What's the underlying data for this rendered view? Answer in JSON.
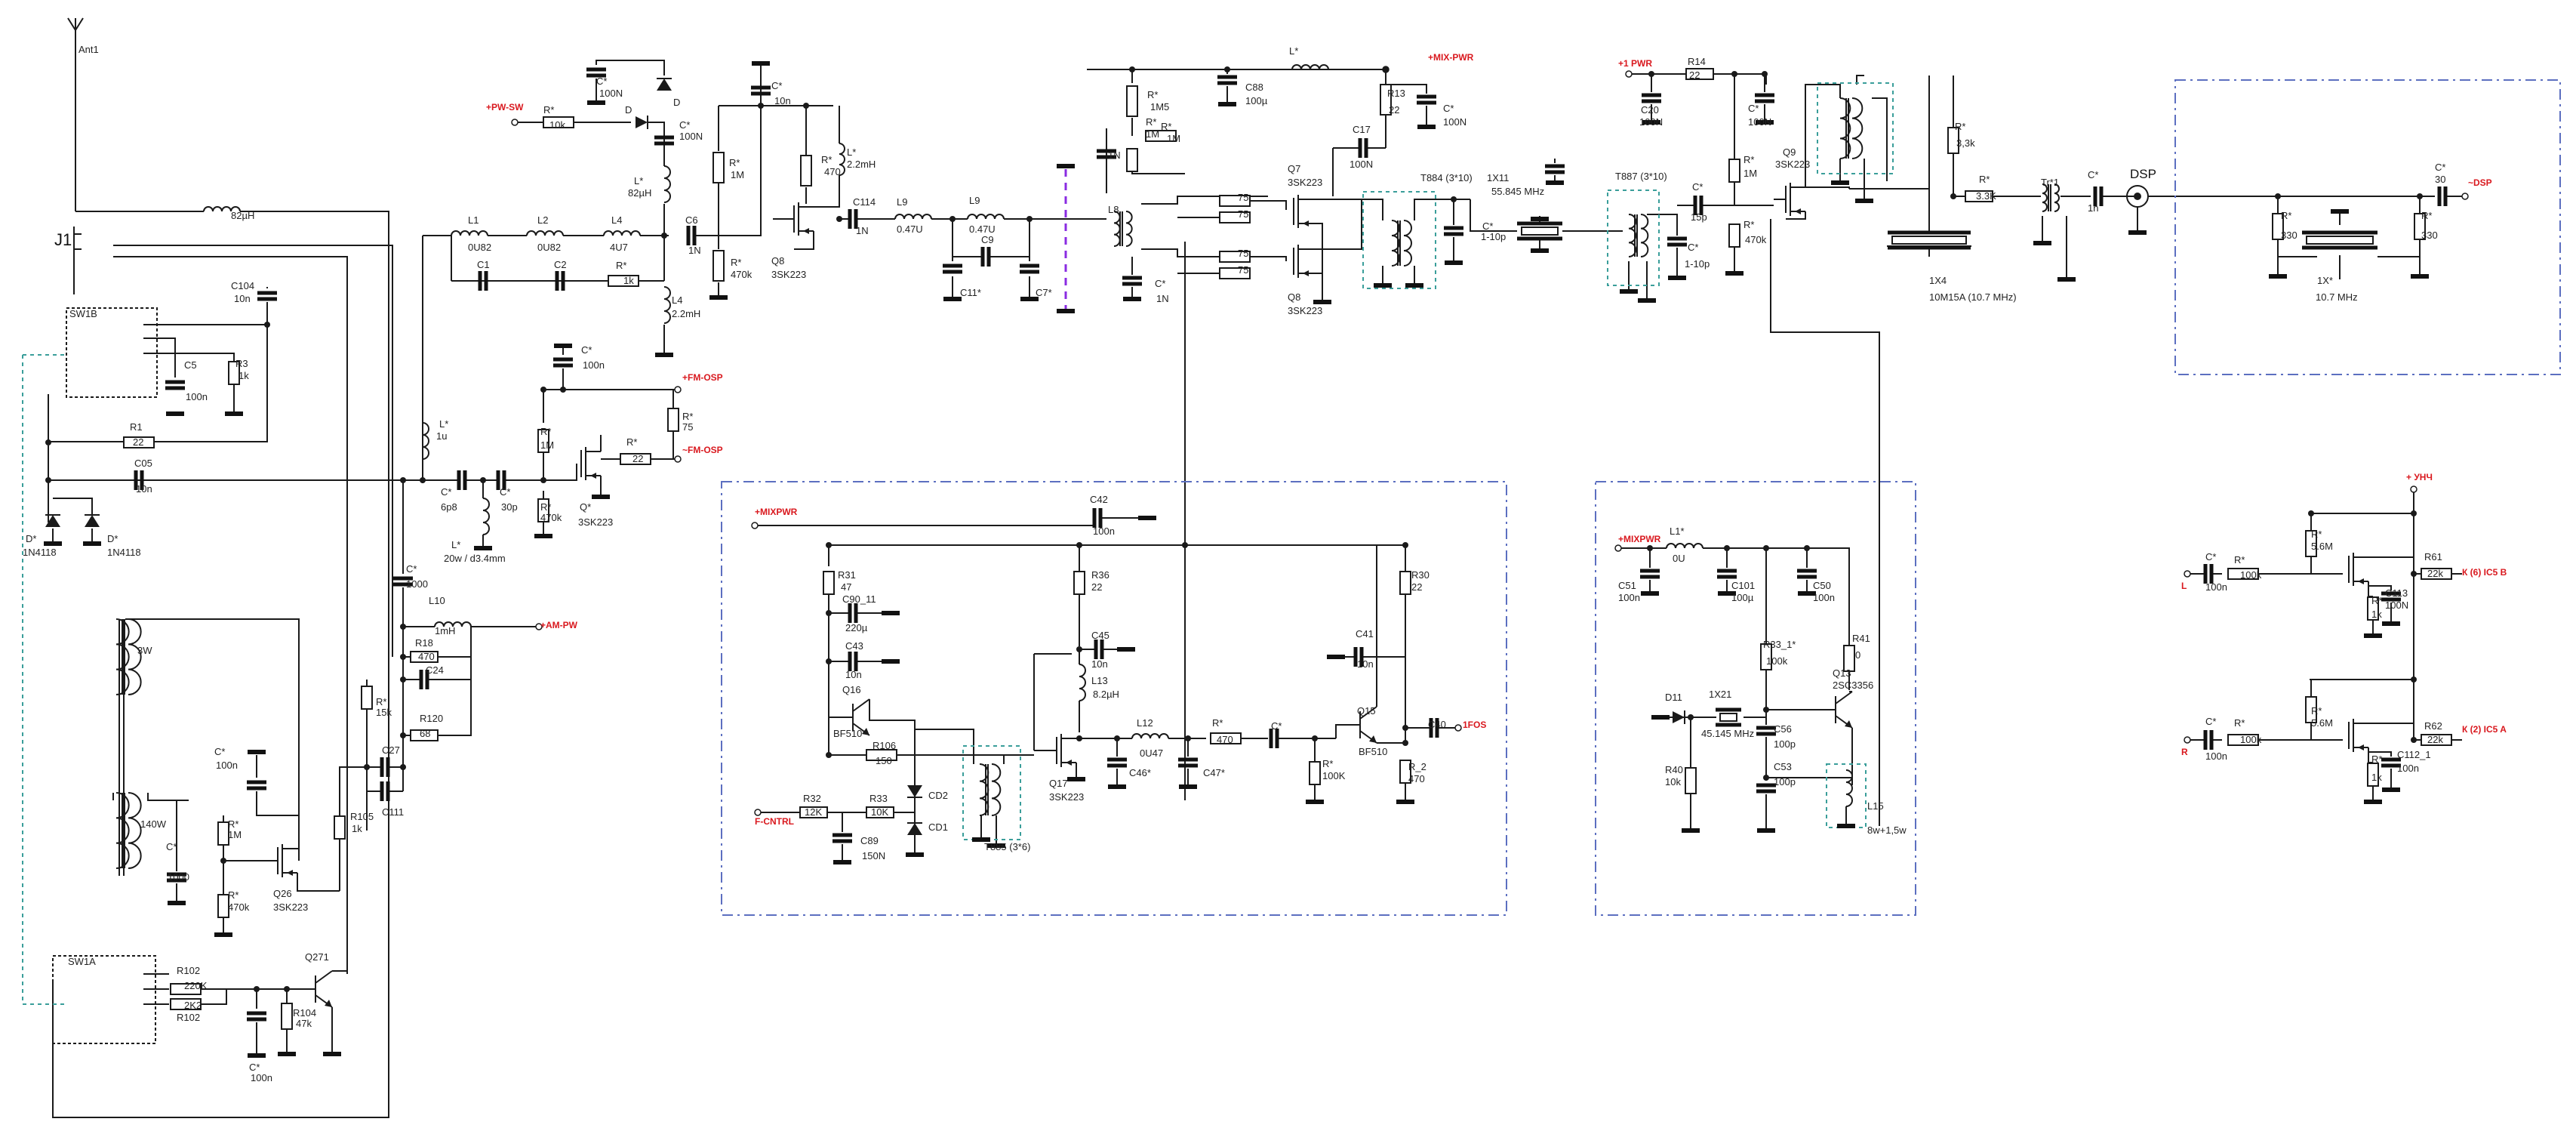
{
  "diagram": {
    "labels": [
      {
        "id": "ant1",
        "text": "Ant1"
      },
      {
        "id": "j1",
        "text": "J1"
      },
      {
        "id": "l_82uh_in",
        "text": "82µH"
      },
      {
        "id": "c104",
        "text": "C104"
      },
      {
        "id": "c104_v",
        "text": "10n"
      },
      {
        "id": "sw1b",
        "text": "SW1B"
      },
      {
        "id": "c5",
        "text": "C5"
      },
      {
        "id": "c5_v",
        "text": "100n"
      },
      {
        "id": "r3",
        "text": "R3"
      },
      {
        "id": "r3_v",
        "text": "1k"
      },
      {
        "id": "r1",
        "text": "R1"
      },
      {
        "id": "r1_v",
        "text": "22"
      },
      {
        "id": "c05",
        "text": "C05"
      },
      {
        "id": "c05_v",
        "text": "10n"
      },
      {
        "id": "d1",
        "text": "D*"
      },
      {
        "id": "d1_v",
        "text": "1N4118"
      },
      {
        "id": "d2",
        "text": "D*"
      },
      {
        "id": "d2_v",
        "text": "1N4118"
      },
      {
        "id": "pwsw",
        "text": "+PW-SW"
      },
      {
        "id": "r_10k",
        "text": "R*"
      },
      {
        "id": "r_10k_v",
        "text": "10k"
      },
      {
        "id": "d_a",
        "text": "D"
      },
      {
        "id": "d_b",
        "text": "D"
      },
      {
        "id": "c_100n_a",
        "text": "C*"
      },
      {
        "id": "c_100n_a_v",
        "text": "100N"
      },
      {
        "id": "c_100n_b",
        "text": "C*"
      },
      {
        "id": "c_100n_b_v",
        "text": "100N"
      },
      {
        "id": "l_82uh_b",
        "text": "L*"
      },
      {
        "id": "l_82uh_b_v",
        "text": "82µH"
      },
      {
        "id": "l1",
        "text": "L1"
      },
      {
        "id": "l1_v",
        "text": "0U82"
      },
      {
        "id": "l2",
        "text": "L2"
      },
      {
        "id": "l2_v",
        "text": "0U82"
      },
      {
        "id": "l4a",
        "text": "L4"
      },
      {
        "id": "l4a_v",
        "text": "4U7"
      },
      {
        "id": "c6",
        "text": "C6"
      },
      {
        "id": "c6_v",
        "text": "1N"
      },
      {
        "id": "c1",
        "text": "C1"
      },
      {
        "id": "c2",
        "text": "C2"
      },
      {
        "id": "r_1k",
        "text": "R*"
      },
      {
        "id": "r_1k_v",
        "text": "1k"
      },
      {
        "id": "l4b",
        "text": "L4"
      },
      {
        "id": "l4b_v",
        "text": "2.2mH"
      },
      {
        "id": "c_10n_top",
        "text": "C*"
      },
      {
        "id": "c_10n_top_v",
        "text": "10n"
      },
      {
        "id": "r_1m_a",
        "text": "R*"
      },
      {
        "id": "r_1m_a_v",
        "text": "1M"
      },
      {
        "id": "r_470k_a",
        "text": "R*"
      },
      {
        "id": "r_470k_a_v",
        "text": "470k"
      },
      {
        "id": "r_470_a",
        "text": "R*"
      },
      {
        "id": "r_470_a_v",
        "text": "470"
      },
      {
        "id": "l_22mh",
        "text": "L*"
      },
      {
        "id": "l_22mh_v",
        "text": "2.2mH"
      },
      {
        "id": "q8a",
        "text": "Q8"
      },
      {
        "id": "q8a_v",
        "text": "3SK223"
      },
      {
        "id": "c114",
        "text": "C114"
      },
      {
        "id": "c114_v",
        "text": "1N"
      },
      {
        "id": "l9a",
        "text": "L9"
      },
      {
        "id": "l9a_v",
        "text": "0.47U"
      },
      {
        "id": "l9b",
        "text": "L9"
      },
      {
        "id": "l9b_v",
        "text": "0.47U"
      },
      {
        "id": "c9",
        "text": "C9"
      },
      {
        "id": "c11",
        "text": "C11*"
      },
      {
        "id": "c7",
        "text": "C7*"
      },
      {
        "id": "r_1m5",
        "text": "R*"
      },
      {
        "id": "r_1m5_v",
        "text": "1M5"
      },
      {
        "id": "r_1m_b",
        "text": "R*"
      },
      {
        "id": "r_1m_b_v",
        "text": "1M"
      },
      {
        "id": "r_1m_c",
        "text": "R*"
      },
      {
        "id": "r_1m_c_v",
        "text": "1M"
      },
      {
        "id": "c_1n_a",
        "text": "1N"
      },
      {
        "id": "c88",
        "text": "C88"
      },
      {
        "id": "c88_v",
        "text": "100µ"
      },
      {
        "id": "l8",
        "text": "L8"
      },
      {
        "id": "c_1n_b",
        "text": "C*"
      },
      {
        "id": "c_1n_b_v",
        "text": "1N"
      },
      {
        "id": "r75a",
        "text": "75"
      },
      {
        "id": "r75b",
        "text": "75"
      },
      {
        "id": "r75c",
        "text": "75"
      },
      {
        "id": "r75d",
        "text": "75"
      },
      {
        "id": "q7",
        "text": "Q7"
      },
      {
        "id": "q7_v",
        "text": "3SK223"
      },
      {
        "id": "q8b",
        "text": "Q8"
      },
      {
        "id": "q8b_v",
        "text": "3SK223"
      },
      {
        "id": "l_top",
        "text": "L*"
      },
      {
        "id": "mixpwr_top",
        "text": "+MIX-PWR"
      },
      {
        "id": "r13",
        "text": "R13"
      },
      {
        "id": "r13_v",
        "text": "22"
      },
      {
        "id": "c_100n_c",
        "text": "C*"
      },
      {
        "id": "c_100n_c_v",
        "text": "100N"
      },
      {
        "id": "c17",
        "text": "C17"
      },
      {
        "id": "c17_v",
        "text": "100N"
      },
      {
        "id": "t884",
        "text": "T884 (3*10)"
      },
      {
        "id": "c_110p_a",
        "text": "C*"
      },
      {
        "id": "c_110p_a_v",
        "text": "1-10p"
      },
      {
        "id": "x11",
        "text": "1X11"
      },
      {
        "id": "x11_v",
        "text": "55.845 MHz"
      },
      {
        "id": "t887",
        "text": "T887 (3*10)"
      },
      {
        "id": "c_110p_b",
        "text": "C*"
      },
      {
        "id": "c_110p_b_v",
        "text": "1-10p"
      },
      {
        "id": "pwr1",
        "text": "+1 PWR"
      },
      {
        "id": "r14",
        "text": "R14"
      },
      {
        "id": "r14_v",
        "text": "22"
      },
      {
        "id": "c20",
        "text": "C20"
      },
      {
        "id": "c20_v",
        "text": "100N"
      },
      {
        "id": "c_100n_d",
        "text": "C*"
      },
      {
        "id": "c_100n_d_v",
        "text": "100N"
      },
      {
        "id": "c_15p",
        "text": "C*"
      },
      {
        "id": "c_15p_v",
        "text": "15p"
      },
      {
        "id": "r_1m_d",
        "text": "R*"
      },
      {
        "id": "r_1m_d_v",
        "text": "1M"
      },
      {
        "id": "r_470k_b",
        "text": "R*"
      },
      {
        "id": "r_470k_b_v",
        "text": "470k"
      },
      {
        "id": "q9",
        "text": "Q9"
      },
      {
        "id": "q9_v",
        "text": "3SK223"
      },
      {
        "id": "x4",
        "text": "1X4"
      },
      {
        "id": "x4_v",
        "text": "10M15A (10.7 MHz)"
      },
      {
        "id": "r_33k_a",
        "text": "R*"
      },
      {
        "id": "r_33k_a_v",
        "text": "3,3k"
      },
      {
        "id": "r_33k_b",
        "text": "R*"
      },
      {
        "id": "r_33k_b_v",
        "text": "3.3K"
      },
      {
        "id": "tr1",
        "text": "Tr*1"
      },
      {
        "id": "c_1n_c",
        "text": "C*"
      },
      {
        "id": "c_1n_c_v",
        "text": "1n"
      },
      {
        "id": "dsp",
        "text": "DSP"
      },
      {
        "id": "r_330_a",
        "text": "R*"
      },
      {
        "id": "r_330_a_v",
        "text": "330"
      },
      {
        "id": "x_107",
        "text": "1X*"
      },
      {
        "id": "x_107_v",
        "text": "10.7 MHz"
      },
      {
        "id": "r_330_b",
        "text": "R*"
      },
      {
        "id": "r_330_b_v",
        "text": "330"
      },
      {
        "id": "c_30",
        "text": "C*"
      },
      {
        "id": "c_30_v",
        "text": "30"
      },
      {
        "id": "dsp_out",
        "text": "~DSP"
      },
      {
        "id": "fmosp_plus",
        "text": "+FM-OSP"
      },
      {
        "id": "fmosp_minus",
        "text": "~FM-OSP"
      },
      {
        "id": "c_100n_e",
        "text": "C*"
      },
      {
        "id": "c_100n_e_v",
        "text": "100n"
      },
      {
        "id": "r_1m_e",
        "text": "R*"
      },
      {
        "id": "r_1m_e_v",
        "text": "1M"
      },
      {
        "id": "r_75",
        "text": "R*"
      },
      {
        "id": "r_75_v",
        "text": "75"
      },
      {
        "id": "r_22",
        "text": "R*"
      },
      {
        "id": "r_22_v",
        "text": "22"
      },
      {
        "id": "r_470k_c",
        "text": "R*"
      },
      {
        "id": "r_470k_c_v",
        "text": "470k"
      },
      {
        "id": "q_fm",
        "text": "Q*"
      },
      {
        "id": "q_fm_v",
        "text": "3SK223"
      },
      {
        "id": "l_1u",
        "text": "L*"
      },
      {
        "id": "l_1u_v",
        "text": "1u"
      },
      {
        "id": "c_6p8",
        "text": "C*"
      },
      {
        "id": "c_6p8_v",
        "text": "6p8"
      },
      {
        "id": "c_30p",
        "text": "C*"
      },
      {
        "id": "c_30p_v",
        "text": "30p"
      },
      {
        "id": "l_20w",
        "text": "L*"
      },
      {
        "id": "l_20w_v",
        "text": "20w / d3.4mm"
      },
      {
        "id": "c_1000_a",
        "text": "C*"
      },
      {
        "id": "c_1000_a_v",
        "text": "1000"
      },
      {
        "id": "l10",
        "text": "L10"
      },
      {
        "id": "l10_v",
        "text": "1mH"
      },
      {
        "id": "ampw",
        "text": "+AM-PW"
      },
      {
        "id": "r18",
        "text": "R18"
      },
      {
        "id": "r18_v",
        "text": "470"
      },
      {
        "id": "c24",
        "text": "C24"
      },
      {
        "id": "r120",
        "text": "R120"
      },
      {
        "id": "r120_v",
        "text": "68"
      },
      {
        "id": "r_15k",
        "text": "R*"
      },
      {
        "id": "r_15k_v",
        "text": "15k"
      },
      {
        "id": "c27",
        "text": "C27"
      },
      {
        "id": "c111",
        "text": "C111"
      },
      {
        "id": "r105",
        "text": "R105"
      },
      {
        "id": "r105_v",
        "text": "1k"
      },
      {
        "id": "tr_3w",
        "text": "3W"
      },
      {
        "id": "tr_140w",
        "text": "140W"
      },
      {
        "id": "c_100n_f",
        "text": "C*"
      },
      {
        "id": "c_100n_f_v",
        "text": "100n"
      },
      {
        "id": "r_1m_f",
        "text": "R*"
      },
      {
        "id": "r_1m_f_v",
        "text": "1M"
      },
      {
        "id": "r_470k_d",
        "text": "R*"
      },
      {
        "id": "r_470k_d_v",
        "text": "470k"
      },
      {
        "id": "c_1000_b",
        "text": "C*"
      },
      {
        "id": "c_1000_b_v",
        "text": "1000"
      },
      {
        "id": "q26",
        "text": "Q26"
      },
      {
        "id": "q26_v",
        "text": "3SK223"
      },
      {
        "id": "sw1a",
        "text": "SW1A"
      },
      {
        "id": "r102a",
        "text": "R102"
      },
      {
        "id": "r102a_v",
        "text": "220K"
      },
      {
        "id": "r102b",
        "text": "R102"
      },
      {
        "id": "r102b_v",
        "text": "2K2"
      },
      {
        "id": "r104",
        "text": "R104"
      },
      {
        "id": "r104_v",
        "text": "47k"
      },
      {
        "id": "q271",
        "text": "Q271"
      },
      {
        "id": "c_100n_g",
        "text": "C*"
      },
      {
        "id": "c_100n_g_v",
        "text": "100n"
      },
      {
        "id": "mixpwr_b2",
        "text": "+MIXPWR"
      },
      {
        "id": "c42",
        "text": "C42"
      },
      {
        "id": "c42_v",
        "text": "100n"
      },
      {
        "id": "r31",
        "text": "R31"
      },
      {
        "id": "r31_v",
        "text": "47"
      },
      {
        "id": "c90",
        "text": "C90_11"
      },
      {
        "id": "c90_v",
        "text": "220µ"
      },
      {
        "id": "c43",
        "text": "C43"
      },
      {
        "id": "c43_v",
        "text": "10n"
      },
      {
        "id": "q16",
        "text": "Q16"
      },
      {
        "id": "q16_v",
        "text": "BF510"
      },
      {
        "id": "r106",
        "text": "R106"
      },
      {
        "id": "r106_v",
        "text": "150"
      },
      {
        "id": "r32",
        "text": "R32"
      },
      {
        "id": "r32_v",
        "text": "12K"
      },
      {
        "id": "r33",
        "text": "R33"
      },
      {
        "id": "r33_v",
        "text": "10K"
      },
      {
        "id": "fcntrl",
        "text": "F-CNTRL"
      },
      {
        "id": "c89",
        "text": "C89"
      },
      {
        "id": "c89_v",
        "text": "150N"
      },
      {
        "id": "cd2",
        "text": "CD2"
      },
      {
        "id": "cd1",
        "text": "CD1"
      },
      {
        "id": "t885",
        "text": "T885 (3*6)"
      },
      {
        "id": "r36",
        "text": "R36"
      },
      {
        "id": "r36_v",
        "text": "22"
      },
      {
        "id": "c45",
        "text": "C45"
      },
      {
        "id": "c45_v",
        "text": "10n"
      },
      {
        "id": "l13",
        "text": "L13"
      },
      {
        "id": "l13_v",
        "text": "8.2µH"
      },
      {
        "id": "q17",
        "text": "Q17"
      },
      {
        "id": "q17_v",
        "text": "3SK223"
      },
      {
        "id": "l12",
        "text": "L12"
      },
      {
        "id": "l12_v",
        "text": "0U47"
      },
      {
        "id": "c46",
        "text": "C46*"
      },
      {
        "id": "c47",
        "text": "C47*"
      },
      {
        "id": "r_470_b",
        "text": "R*"
      },
      {
        "id": "r_470_b_v",
        "text": "470"
      },
      {
        "id": "c_star",
        "text": "C*"
      },
      {
        "id": "r_100k_a",
        "text": "R*"
      },
      {
        "id": "r_100k_a_v",
        "text": "100K"
      },
      {
        "id": "q15",
        "text": "Q15"
      },
      {
        "id": "q15_v",
        "text": "BF510"
      },
      {
        "id": "r30",
        "text": "R30"
      },
      {
        "id": "r30_v",
        "text": "22"
      },
      {
        "id": "c41",
        "text": "C41"
      },
      {
        "id": "c41_v",
        "text": "10n"
      },
      {
        "id": "c40",
        "text": "C40"
      },
      {
        "id": "fos",
        "text": "1FOS"
      },
      {
        "id": "r_2",
        "text": "R_2"
      },
      {
        "id": "r_2_v",
        "text": "470"
      },
      {
        "id": "mixpwr_b3",
        "text": "+MIXPWR"
      },
      {
        "id": "l1b",
        "text": "L1*"
      },
      {
        "id": "l1b_v",
        "text": "0U"
      },
      {
        "id": "c51",
        "text": "C51"
      },
      {
        "id": "c51_v",
        "text": "100n"
      },
      {
        "id": "c101",
        "text": "C101"
      },
      {
        "id": "c101_v",
        "text": "100µ"
      },
      {
        "id": "c50",
        "text": "C50"
      },
      {
        "id": "c50_v",
        "text": "100n"
      },
      {
        "id": "r33b",
        "text": "R33_1*"
      },
      {
        "id": "r33b_v",
        "text": "100k"
      },
      {
        "id": "r41",
        "text": "R41"
      },
      {
        "id": "r41_v",
        "text": "0"
      },
      {
        "id": "q13",
        "text": "Q13"
      },
      {
        "id": "q13_v",
        "text": "2SC3356"
      },
      {
        "id": "d11",
        "text": "D11"
      },
      {
        "id": "x21",
        "text": "1X21"
      },
      {
        "id": "x21_v",
        "text": "45.145 MHz"
      },
      {
        "id": "c56",
        "text": "C56"
      },
      {
        "id": "c56_v",
        "text": "100p"
      },
      {
        "id": "r40",
        "text": "R40"
      },
      {
        "id": "r40_v",
        "text": "10k"
      },
      {
        "id": "c53",
        "text": "C53"
      },
      {
        "id": "c53_v",
        "text": "100p"
      },
      {
        "id": "l15",
        "text": "L15"
      },
      {
        "id": "l15_v",
        "text": "8w+1,5w"
      },
      {
        "id": "ynch",
        "text": "+ УНЧ"
      },
      {
        "id": "r_56m_a",
        "text": "R*"
      },
      {
        "id": "r_56m_a_v",
        "text": "5.6M"
      },
      {
        "id": "r61",
        "text": "R61"
      },
      {
        "id": "r61_v",
        "text": "22k"
      },
      {
        "id": "k6",
        "text": "К (6) IC5 B"
      },
      {
        "id": "l_in",
        "text": "L"
      },
      {
        "id": "c_100n_h",
        "text": "C*"
      },
      {
        "id": "c_100n_h_v",
        "text": "100n"
      },
      {
        "id": "r_100k_b",
        "text": "R*"
      },
      {
        "id": "r_100k_b_v",
        "text": "100k"
      },
      {
        "id": "c113",
        "text": "C113"
      },
      {
        "id": "c113_v",
        "text": "100N"
      },
      {
        "id": "r_1k_a",
        "text": "R*"
      },
      {
        "id": "r_1k_a_v",
        "text": "1k"
      },
      {
        "id": "r_56m_b",
        "text": "R*"
      },
      {
        "id": "r_56m_b_v",
        "text": "5.6M"
      },
      {
        "id": "r62",
        "text": "R62"
      },
      {
        "id": "r62_v",
        "text": "22k"
      },
      {
        "id": "k2",
        "text": "К (2) IC5 A"
      },
      {
        "id": "r_in",
        "text": "R"
      },
      {
        "id": "c_100n_i",
        "text": "C*"
      },
      {
        "id": "c_100n_i_v",
        "text": "100n"
      },
      {
        "id": "r_100k_c",
        "text": "R*"
      },
      {
        "id": "r_100k_c_v",
        "text": "100k"
      },
      {
        "id": "c112",
        "text": "C112_1"
      },
      {
        "id": "c112_v",
        "text": "100n"
      },
      {
        "id": "r_1k_b",
        "text": "R*"
      },
      {
        "id": "r_1k_b_v",
        "text": "1k"
      }
    ]
  }
}
